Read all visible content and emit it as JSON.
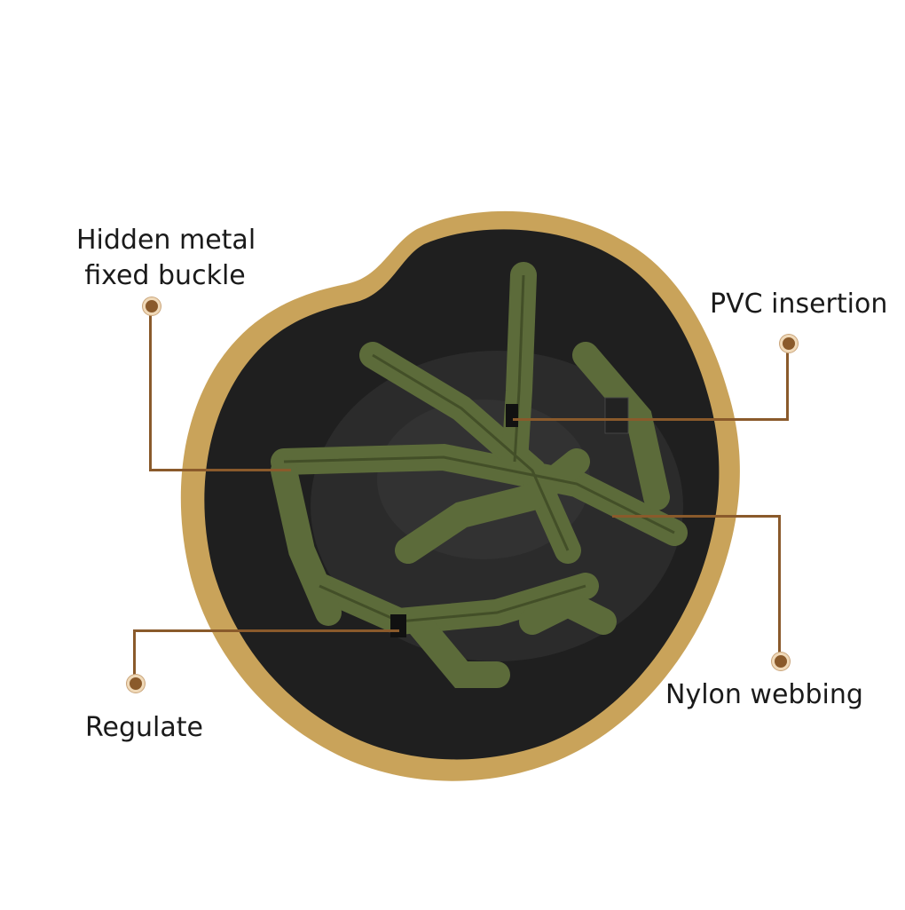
{
  "labels": {
    "hidden_line1": "Hidden metal",
    "hidden_line2": "fixed buckle",
    "pvc": "PVC insertion",
    "nylon": "Nylon webbing",
    "regulate": "Regulate"
  },
  "colors": {
    "helmet_rim": "#c9a35a",
    "helmet_inner": "#1f1f1f",
    "webbing": "#5c6b3a",
    "callout": "#8a5a2b"
  }
}
